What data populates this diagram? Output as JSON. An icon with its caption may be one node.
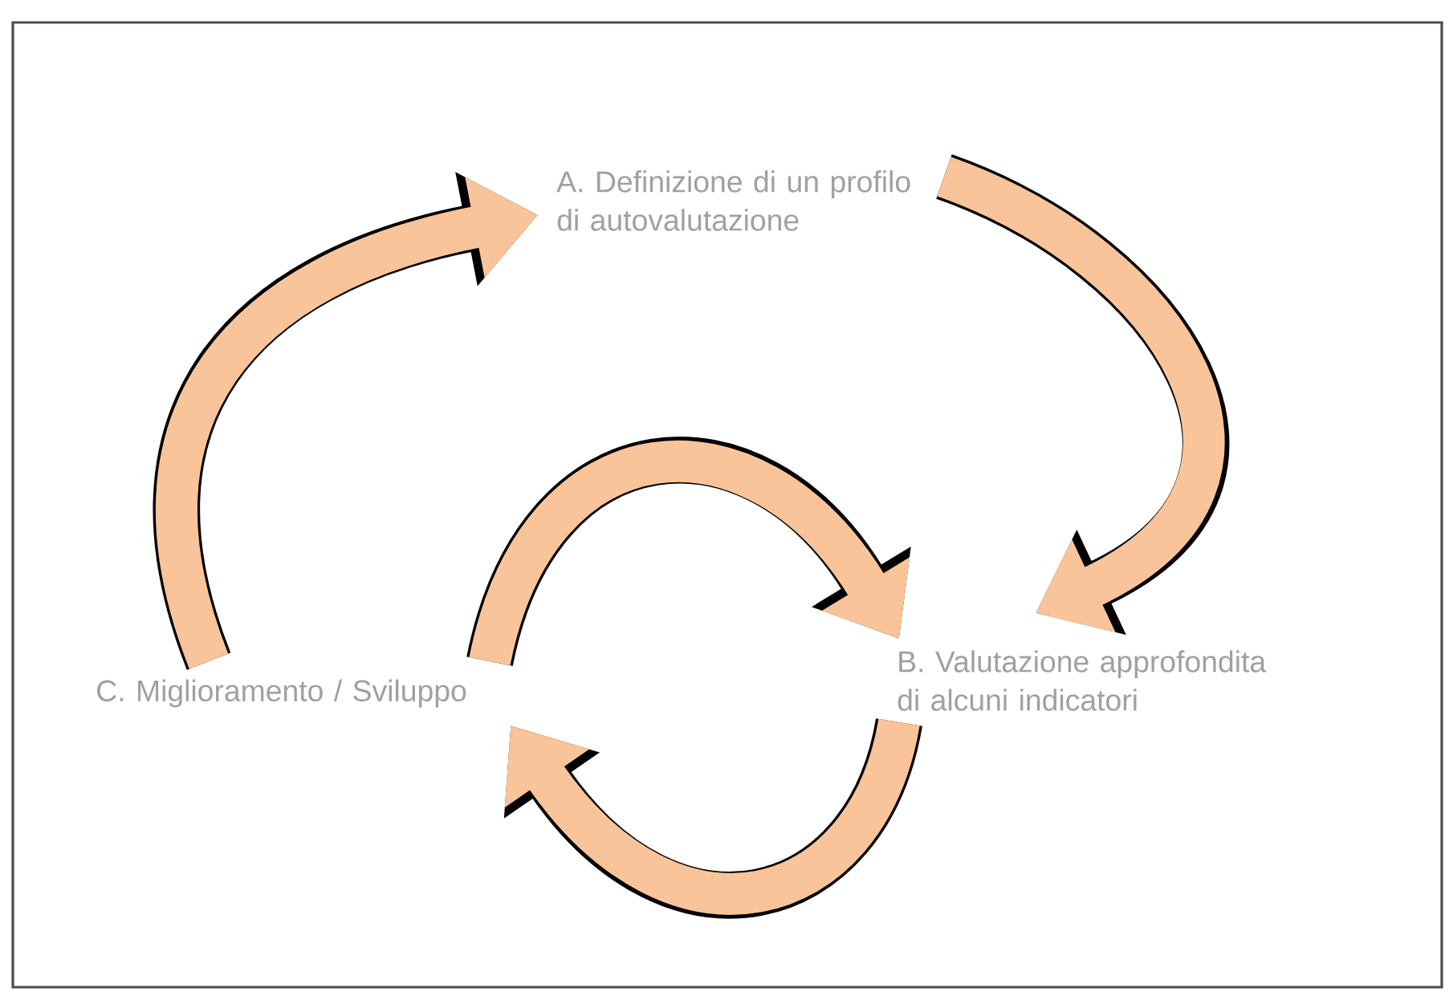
{
  "diagram": {
    "nodes": [
      {
        "text": [
          "A. Definizione di un profilo di autovalutazione"
        ]
      },
      {
        "text": [
          "B. Valutazione approfondita di alcuni indicatori"
        ]
      },
      {
        "text": [
          "C. Miglioramento / Sviluppo"
        ]
      }
    ],
    "edges": [
      {
        "from": 0,
        "to": 1,
        "arrow": "to"
      },
      {
        "from": 1,
        "to": 2,
        "arrow": "to"
      },
      {
        "from": 2,
        "to": 1,
        "arrow": "to"
      },
      {
        "from": 2,
        "to": 0,
        "arrow": "to"
      }
    ]
  }
}
